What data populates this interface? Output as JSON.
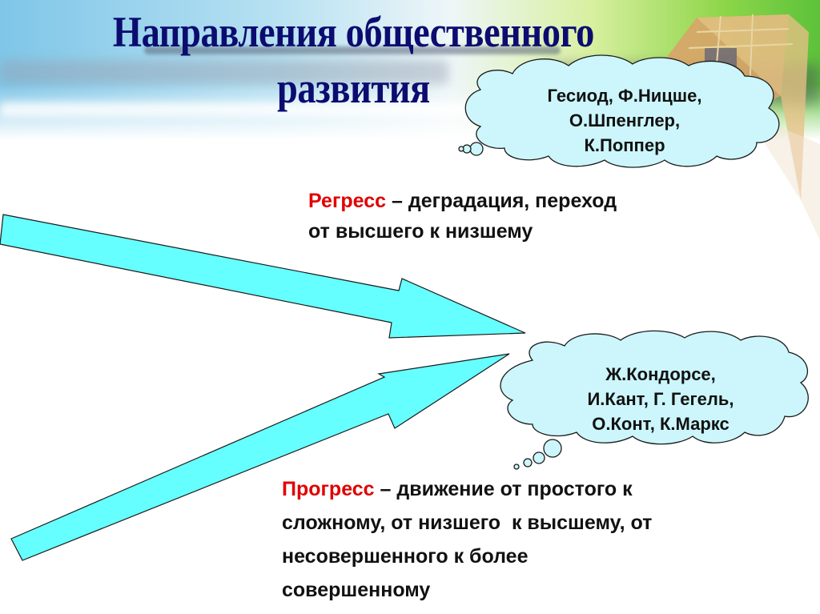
{
  "slide": {
    "title_line1": "Направления общественного",
    "title_line2": "развития",
    "colors": {
      "title": "#0c0c70",
      "term": "#e00000",
      "arrow_fill": "#66ffff",
      "cloud_fill": "#ccf6fb"
    }
  },
  "regress": {
    "term": "Регресс",
    "line1_rest": " – деградация, переход",
    "line2": "от высшего к низшему",
    "arrow_icon": "arrow-down-right-icon",
    "cloud": {
      "line1": "Гесиод, Ф.Ницше,",
      "line2": "О.Шпенглер,",
      "line3": "К.Поппер"
    }
  },
  "progress": {
    "term": "Прогресс",
    "line1_rest": " – движение от простого к",
    "line2": "сложному, от низшего  к высшему, от",
    "line3": "несовершенного к более",
    "line4": "совершенному",
    "arrow_icon": "arrow-up-right-icon",
    "cloud": {
      "line1": "Ж.Кондорсе,",
      "line2": "И.Кант, Г. Гегель,",
      "line3": "О.Конт, К.Маркс"
    }
  }
}
